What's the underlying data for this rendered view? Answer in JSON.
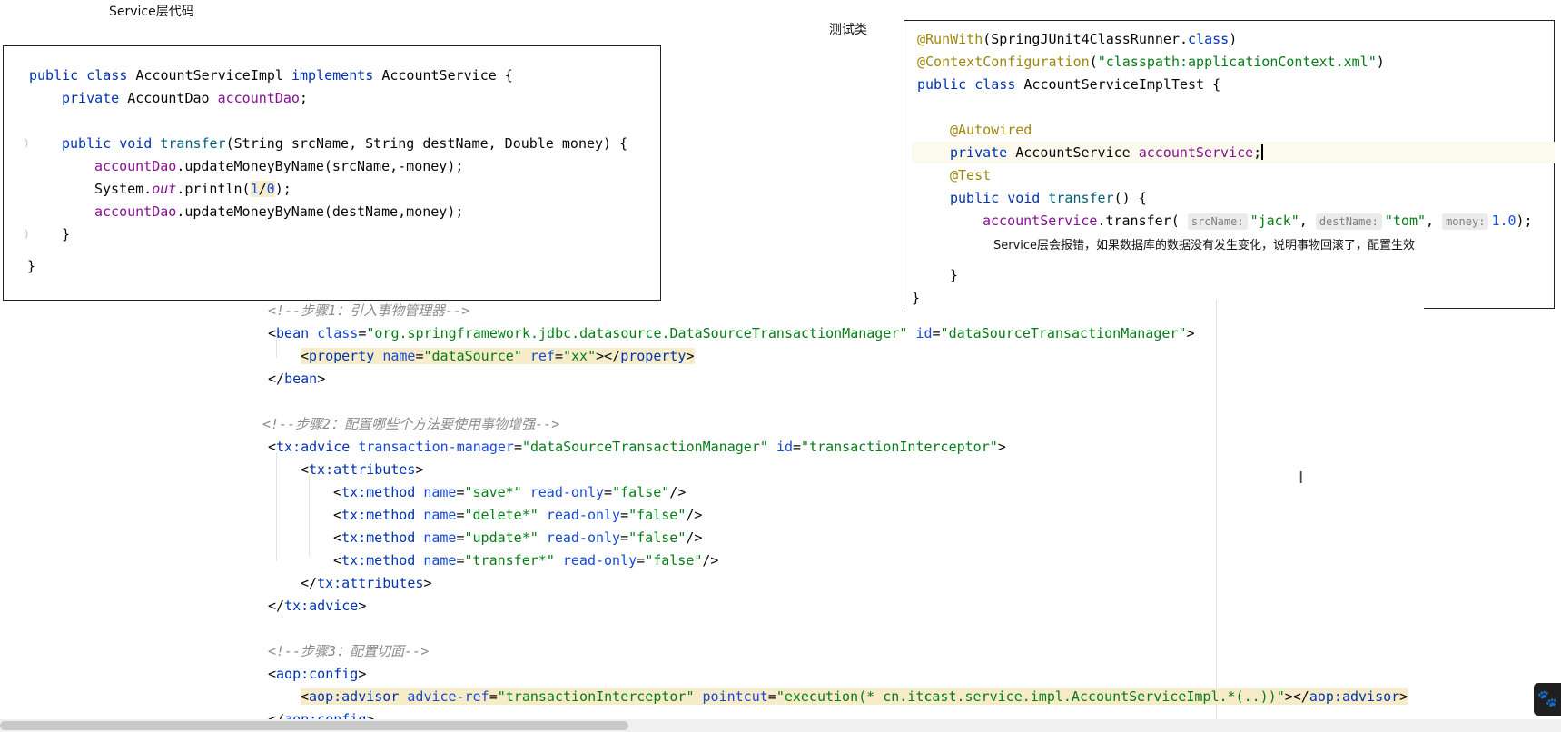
{
  "labels": {
    "service_code": "Service层代码",
    "test_class": "测试类"
  },
  "service_panel": {
    "lines": [
      "public class AccountServiceImpl implements AccountService {",
      "private AccountDao accountDao;",
      "public void transfer(String srcName, String destName, Double money) {",
      "accountDao.updateMoneyByName(srcName,-money);",
      "System.out.println(1/0);",
      "accountDao.updateMoneyByName(destName,money);",
      "}",
      "}"
    ]
  },
  "test_panel": {
    "lines": [
      "@RunWith(SpringJUnit4ClassRunner.class)",
      "@ContextConfiguration(\"classpath:applicationContext.xml\")",
      "public class AccountServiceImplTest {",
      "@Autowired",
      "private AccountService accountService;",
      "@Test",
      "public void transfer() {",
      "accountService.transfer(",
      "}",
      "}"
    ],
    "hints": [
      "srcName:",
      "destName:",
      "money:"
    ],
    "args": [
      "\"jack\"",
      "\"tom\"",
      "1.0"
    ],
    "note": "Service层会报错，如果数据库的数据没有发生变化，说明事物回滚了，配置生效"
  },
  "xml_panel": {
    "comments": [
      "<!--步骤1：引入事物管理器-->",
      "<!--步骤2：配置哪些个方法要使用事物增强-->",
      "<!--步骤3：配置切面-->"
    ],
    "bean_class": "org.springframework.jdbc.datasource.DataSourceTransactionManager",
    "bean_id": "dataSourceTransactionManager",
    "property_name": "dataSource",
    "property_ref": "xx",
    "advice_tm": "dataSourceTransactionManager",
    "advice_id": "transactionInterceptor",
    "methods": [
      {
        "name": "save*",
        "read_only": "false"
      },
      {
        "name": "delete*",
        "read_only": "false"
      },
      {
        "name": "update*",
        "read_only": "false"
      },
      {
        "name": "transfer*",
        "read_only": "false"
      }
    ],
    "advisor_ref": "transactionInterceptor",
    "pointcut": "execution(* cn.itcast.service.impl.AccountServiceImpl.*(..))"
  },
  "colors": {
    "keyword": "#0033b3",
    "field": "#871094",
    "annotation": "#9e880d",
    "string": "#067d17",
    "number": "#1750eb",
    "highlight": "#f7ecc9"
  },
  "icons": [
    "cursor-ibeam-icon",
    "paw-icon"
  ]
}
